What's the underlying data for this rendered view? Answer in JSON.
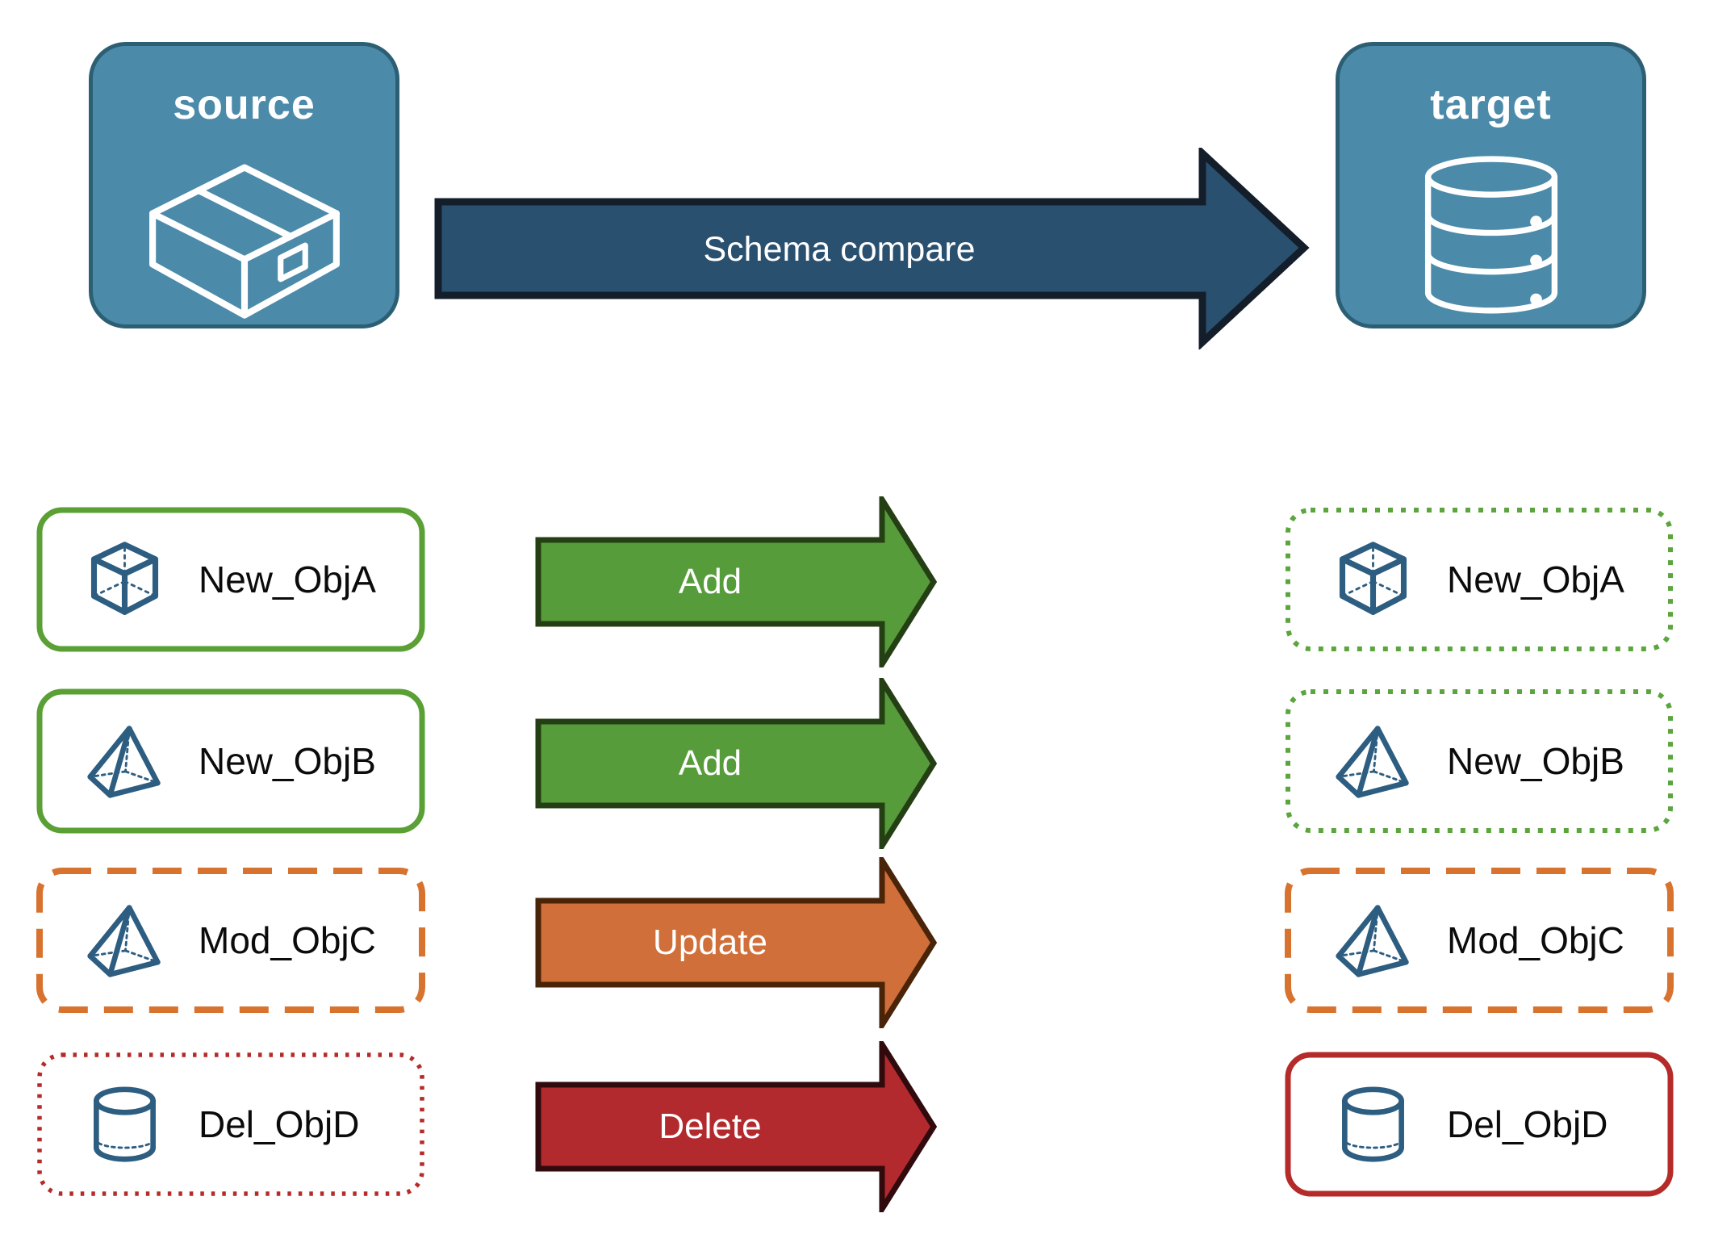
{
  "colors": {
    "node_fill": "#4c8aaa",
    "node_border": "#2c5f74",
    "node_label": "#ffffff",
    "icon_white": "#ffffff",
    "icon_blue": "#2d5e81",
    "label_color": "#0b0b0b",
    "main_arrow_fill": "#2a506f",
    "main_arrow_border": "#141e2a",
    "add_fill": "#579c3b",
    "add_border": "#253f14",
    "update_fill": "#d06f39",
    "update_border": "#4a2408",
    "delete_fill": "#b22a2d",
    "delete_border": "#310a0d",
    "green_solid": "#5aa034",
    "green_dotted": "#5ca43e",
    "orange_dashed": "#d8732f",
    "red_solid": "#b52b29",
    "red_dotted": "#b52b29"
  },
  "source_node": {
    "label": "source",
    "icon": "package-icon"
  },
  "target_node": {
    "label": "target",
    "icon": "database-icon"
  },
  "main_arrow": {
    "label": "Schema compare"
  },
  "rows": [
    {
      "label": "New_ObjA",
      "icon": "cube-icon",
      "action": "Add",
      "arrow": {
        "fill": "#579c3b",
        "border": "#253f14"
      },
      "left_box": {
        "border_style": "solid",
        "border_color": "#5aa034"
      },
      "right_box": {
        "border_style": "dotted",
        "border_color": "#5ca43e"
      }
    },
    {
      "label": "New_ObjB",
      "icon": "pyramid-icon",
      "action": "Add",
      "arrow": {
        "fill": "#579c3b",
        "border": "#253f14"
      },
      "left_box": {
        "border_style": "solid",
        "border_color": "#5aa034"
      },
      "right_box": {
        "border_style": "dotted",
        "border_color": "#5ca43e"
      }
    },
    {
      "label": "Mod_ObjC",
      "icon": "pyramid-icon",
      "action": "Update",
      "arrow": {
        "fill": "#d06f39",
        "border": "#4a2408"
      },
      "left_box": {
        "border_style": "dashed",
        "border_color": "#d8732f"
      },
      "right_box": {
        "border_style": "dashed",
        "border_color": "#d8732f"
      }
    },
    {
      "label": "Del_ObjD",
      "icon": "cylinder-icon",
      "action": "Delete",
      "arrow": {
        "fill": "#b22a2d",
        "border": "#310a0d"
      },
      "left_box": {
        "border_style": "dotted",
        "border_color": "#b52b29"
      },
      "right_box": {
        "border_style": "solid",
        "border_color": "#b52b29"
      }
    }
  ]
}
